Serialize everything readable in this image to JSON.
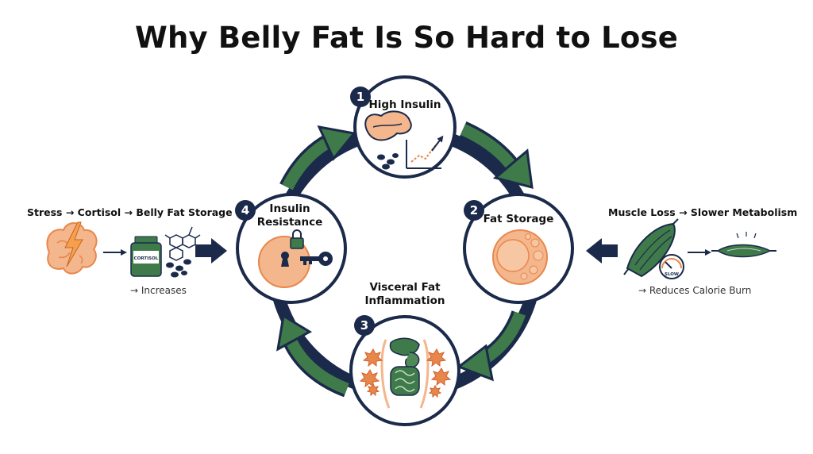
{
  "title": "Why Belly Fat Is So Hard to Lose",
  "colors": {
    "navy": "#1b2a4a",
    "green": "#3f7a4a",
    "peach": "#f4b68c",
    "peach_dark": "#e8874c",
    "ink": "#111111"
  },
  "cycle": {
    "steps": [
      {
        "number": "1",
        "label": "High Insulin",
        "icon": "pancreas-icon"
      },
      {
        "number": "2",
        "label": "Fat Storage",
        "icon": "fat-cell-icon"
      },
      {
        "number": "3",
        "label": "Visceral Fat Inflammation",
        "label_line1": "Visceral Fat",
        "label_line2": "Inflammation",
        "icon": "digestive-organs-icon"
      },
      {
        "number": "4",
        "label": "Insulin Resistance",
        "label_line1": "Insulin",
        "label_line2": "Resistance",
        "icon": "locked-cell-key-icon"
      }
    ]
  },
  "left_factor": {
    "heading": "Stress → Cortisol → Belly Fat Storage",
    "bottle_label": "CORTISOL",
    "note": "→ Increases"
  },
  "right_factor": {
    "heading": "Muscle Loss → Slower Metabolism",
    "gauge_label": "SLOW",
    "note": "→ Reduces Calorie Burn"
  }
}
